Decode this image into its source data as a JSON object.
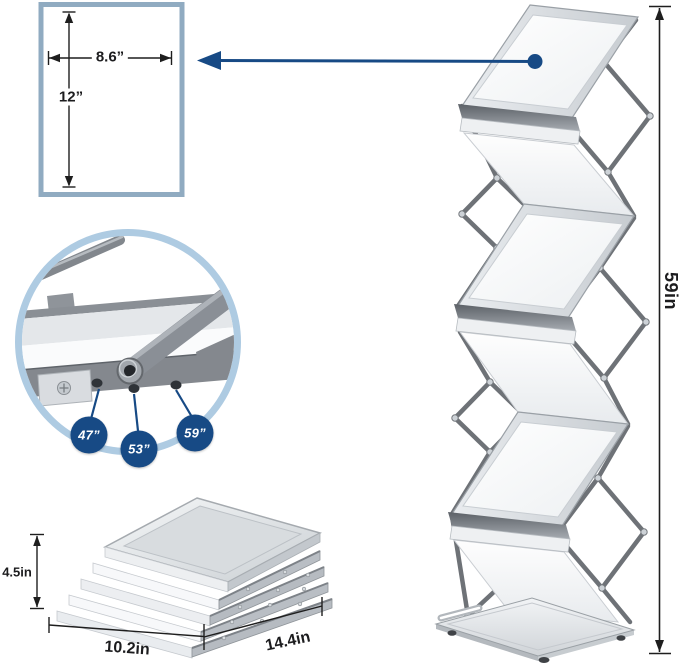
{
  "colors": {
    "accent_navy": "#174a85",
    "detail_ring_blue": "#aecbe2",
    "paper_box_blue": "#90abc1",
    "dimension_ink": "#1e1e1e"
  },
  "paper_diagram": {
    "width_label": "8.6”",
    "height_label": "12”"
  },
  "adjustment_detail": {
    "badges": [
      {
        "label": "47”"
      },
      {
        "label": "53”"
      },
      {
        "label": "59”"
      }
    ]
  },
  "folded_diagram": {
    "height_label": "4.5in",
    "width_label": "10.2in",
    "depth_label": "14.4in"
  },
  "stand_diagram": {
    "height_label": "59in"
  }
}
